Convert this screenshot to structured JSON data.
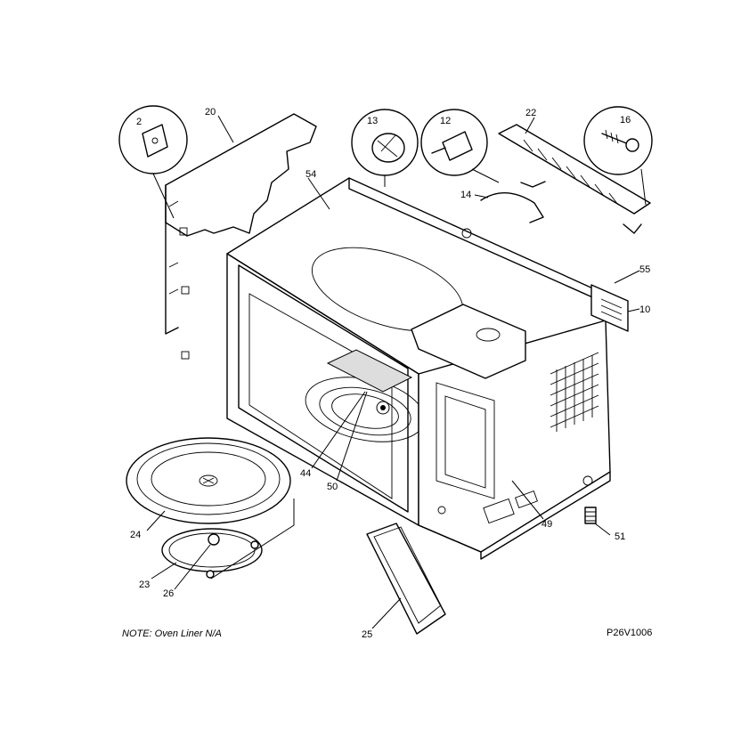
{
  "diagram": {
    "labels": {
      "p2": "2",
      "p20": "20",
      "p54": "54",
      "p13": "13",
      "p12": "12",
      "p22": "22",
      "p16": "16",
      "p14": "14",
      "p55": "55",
      "p10": "10",
      "p44": "44",
      "p50": "50",
      "p49": "49",
      "p51": "51",
      "p24": "24",
      "p23": "23",
      "p26": "26",
      "p25": "25"
    },
    "note": "NOTE: Oven Liner N/A",
    "drawing_code": "P26V1006"
  }
}
